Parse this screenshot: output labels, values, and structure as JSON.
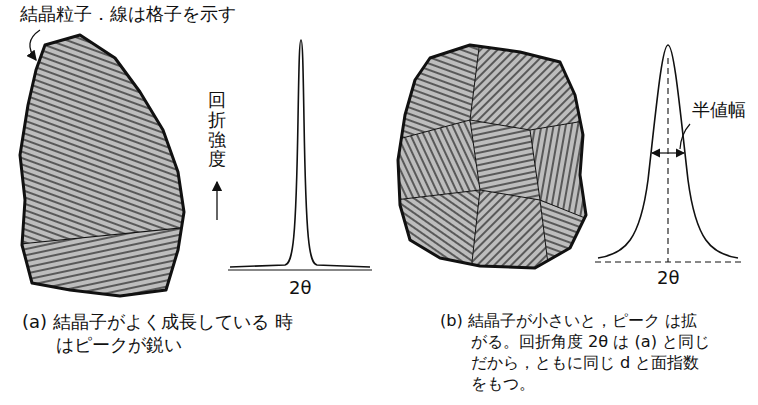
{
  "diagram": {
    "labels": [
      "結晶粒子．線は格子を示す",
      "回折強度",
      "2θ",
      "(a) 結晶子がよく成長している 時はピークが鋭い",
      "半値幅",
      "2θ",
      "(b) 結晶子が小さいと，ピーク は拡がる。回折角度 2θ は (a) と同じだから，ともに同じ d と面指数をもつ。"
    ]
  }
}
